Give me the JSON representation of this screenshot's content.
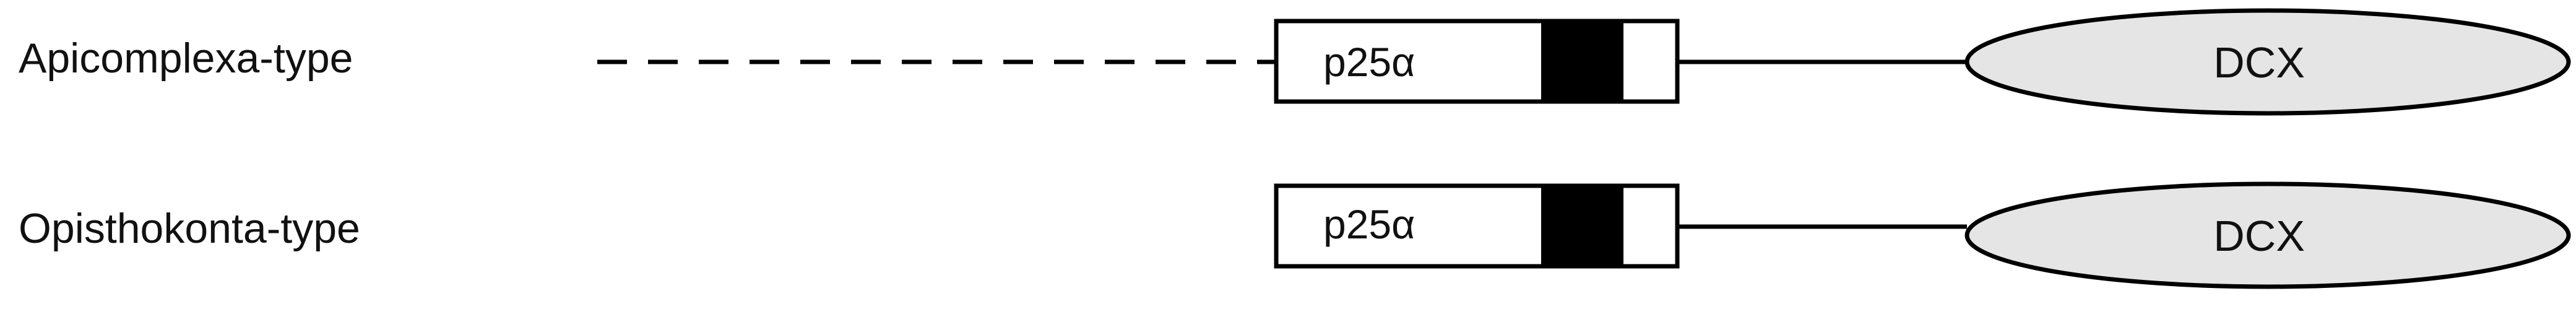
{
  "colors": {
    "oval_fill": "#e5e5e5",
    "block_fill": "#000000",
    "line": "#000000"
  },
  "rows": [
    {
      "label": "Apicomplexa-type",
      "box_label": "p25α",
      "domain_label": "DCX",
      "n_terminal_extension": "dashed"
    },
    {
      "label": "Opisthokonta-type",
      "box_label": "p25α",
      "domain_label": "DCX",
      "n_terminal_extension": "none"
    }
  ]
}
